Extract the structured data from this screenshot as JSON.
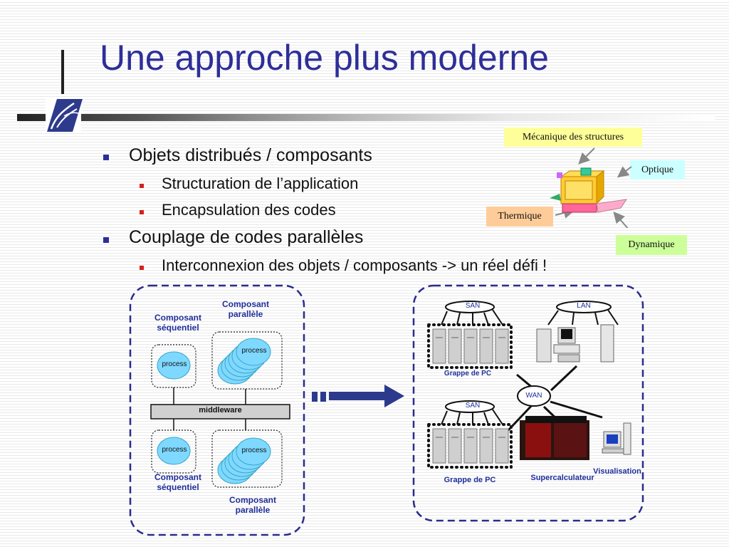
{
  "slide": {
    "title": "Une approche plus moderne",
    "bullets": [
      {
        "text": "Objets distribués / composants",
        "sub": [
          "Structuration de l’application",
          "Encapsulation des codes"
        ]
      },
      {
        "text": "Couplage de codes parallèles",
        "sub": [
          "Interconnexion des objets / composants -> un réel défi !"
        ]
      }
    ]
  },
  "physics": {
    "labels": [
      "Mécanique des structures",
      "Optique",
      "Thermique",
      "Dynamique"
    ],
    "colors": {
      "yellow": "#ffff99",
      "cyan": "#ccffff",
      "orange": "#ffcc99",
      "green": "#ccff99"
    }
  },
  "left_diagram": {
    "comp_par_top": "Composant parallèle",
    "comp_seq_top": "Composant séquentiel",
    "process": "process",
    "middleware": "middleware",
    "comp_seq_bottom": "Composant séquentiel",
    "comp_par_bottom": "Composant parallèle"
  },
  "right_diagram": {
    "san1": "SAN",
    "lan": "LAN",
    "grappe1": "Grappe de PC",
    "wan": "WAN",
    "san2": "SAN",
    "grappe2": "Grappe de PC",
    "supercalc": "Supercalculateur",
    "visu": "Visualisation"
  },
  "colors": {
    "title": "#2e2e99",
    "diagram_text": "#1f2f9a",
    "dash": "#2b2b8c",
    "process_fill": "#7fd8ff",
    "process_border": "#3aa6c8"
  }
}
